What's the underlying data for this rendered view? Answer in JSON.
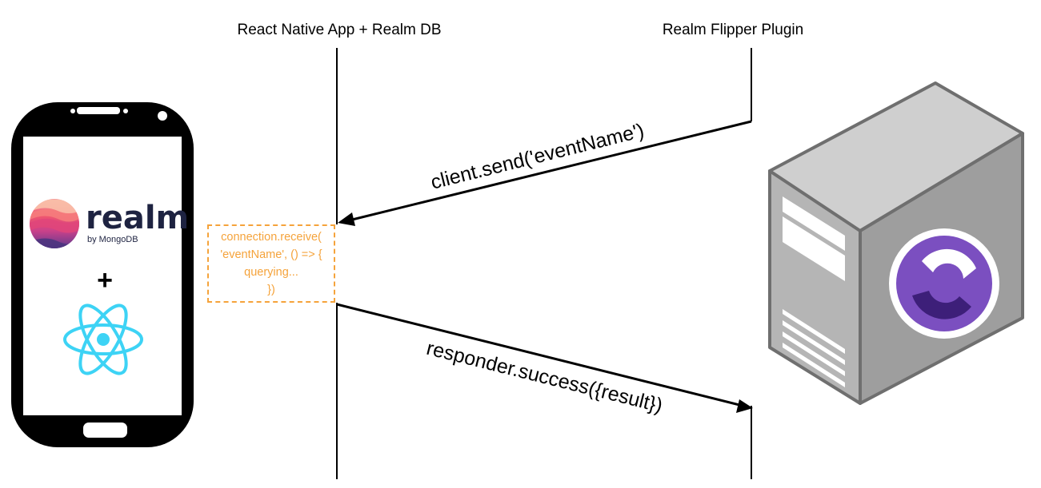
{
  "lifelines": {
    "left_title": "React Native App + Realm DB",
    "right_title": "Realm Flipper Plugin"
  },
  "messages": {
    "send": "client.send('eventName')",
    "success": "responder.success({result})"
  },
  "code_box": {
    "lines": [
      "connection.receive(",
      "'eventName', () => {",
      "querying...",
      "})"
    ]
  },
  "phone": {
    "logo_word": "realm",
    "logo_sub": "by MongoDB",
    "plus": "+",
    "react_icon": "react-atom-icon"
  },
  "server": {
    "icon": "flipper-logo-icon"
  },
  "colors": {
    "code_orange": "#f5a33b",
    "react_cyan": "#3dd3f5",
    "flipper_purple": "#7b4fc0",
    "realm_navy": "#1e2341"
  }
}
